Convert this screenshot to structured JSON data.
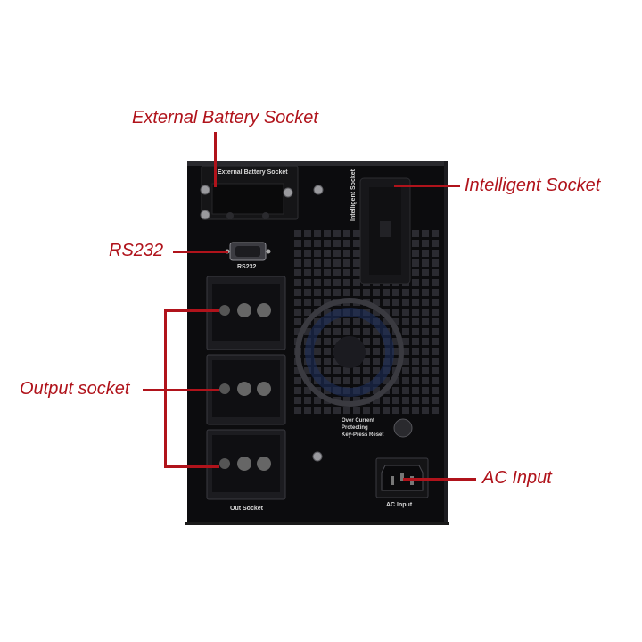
{
  "callouts": {
    "external_battery": "External Battery Socket",
    "intelligent": "Intelligent Socket",
    "rs232": "RS232",
    "output": "Output socket",
    "ac_input": "AC Input"
  },
  "panel_labels": {
    "external_battery": "External Battery Socket",
    "intelligent": "Intelligent Socket",
    "rs232": "RS232",
    "over_current_1": "Over Current",
    "over_current_2": "Protecting",
    "over_current_3": "Key-Press Reset",
    "out_socket": "Out Socket",
    "ac_input": "AC Input"
  },
  "colors": {
    "callout": "#b0131b",
    "chassis": "#0c0c0e",
    "panel_text": "#d8d8d8"
  }
}
